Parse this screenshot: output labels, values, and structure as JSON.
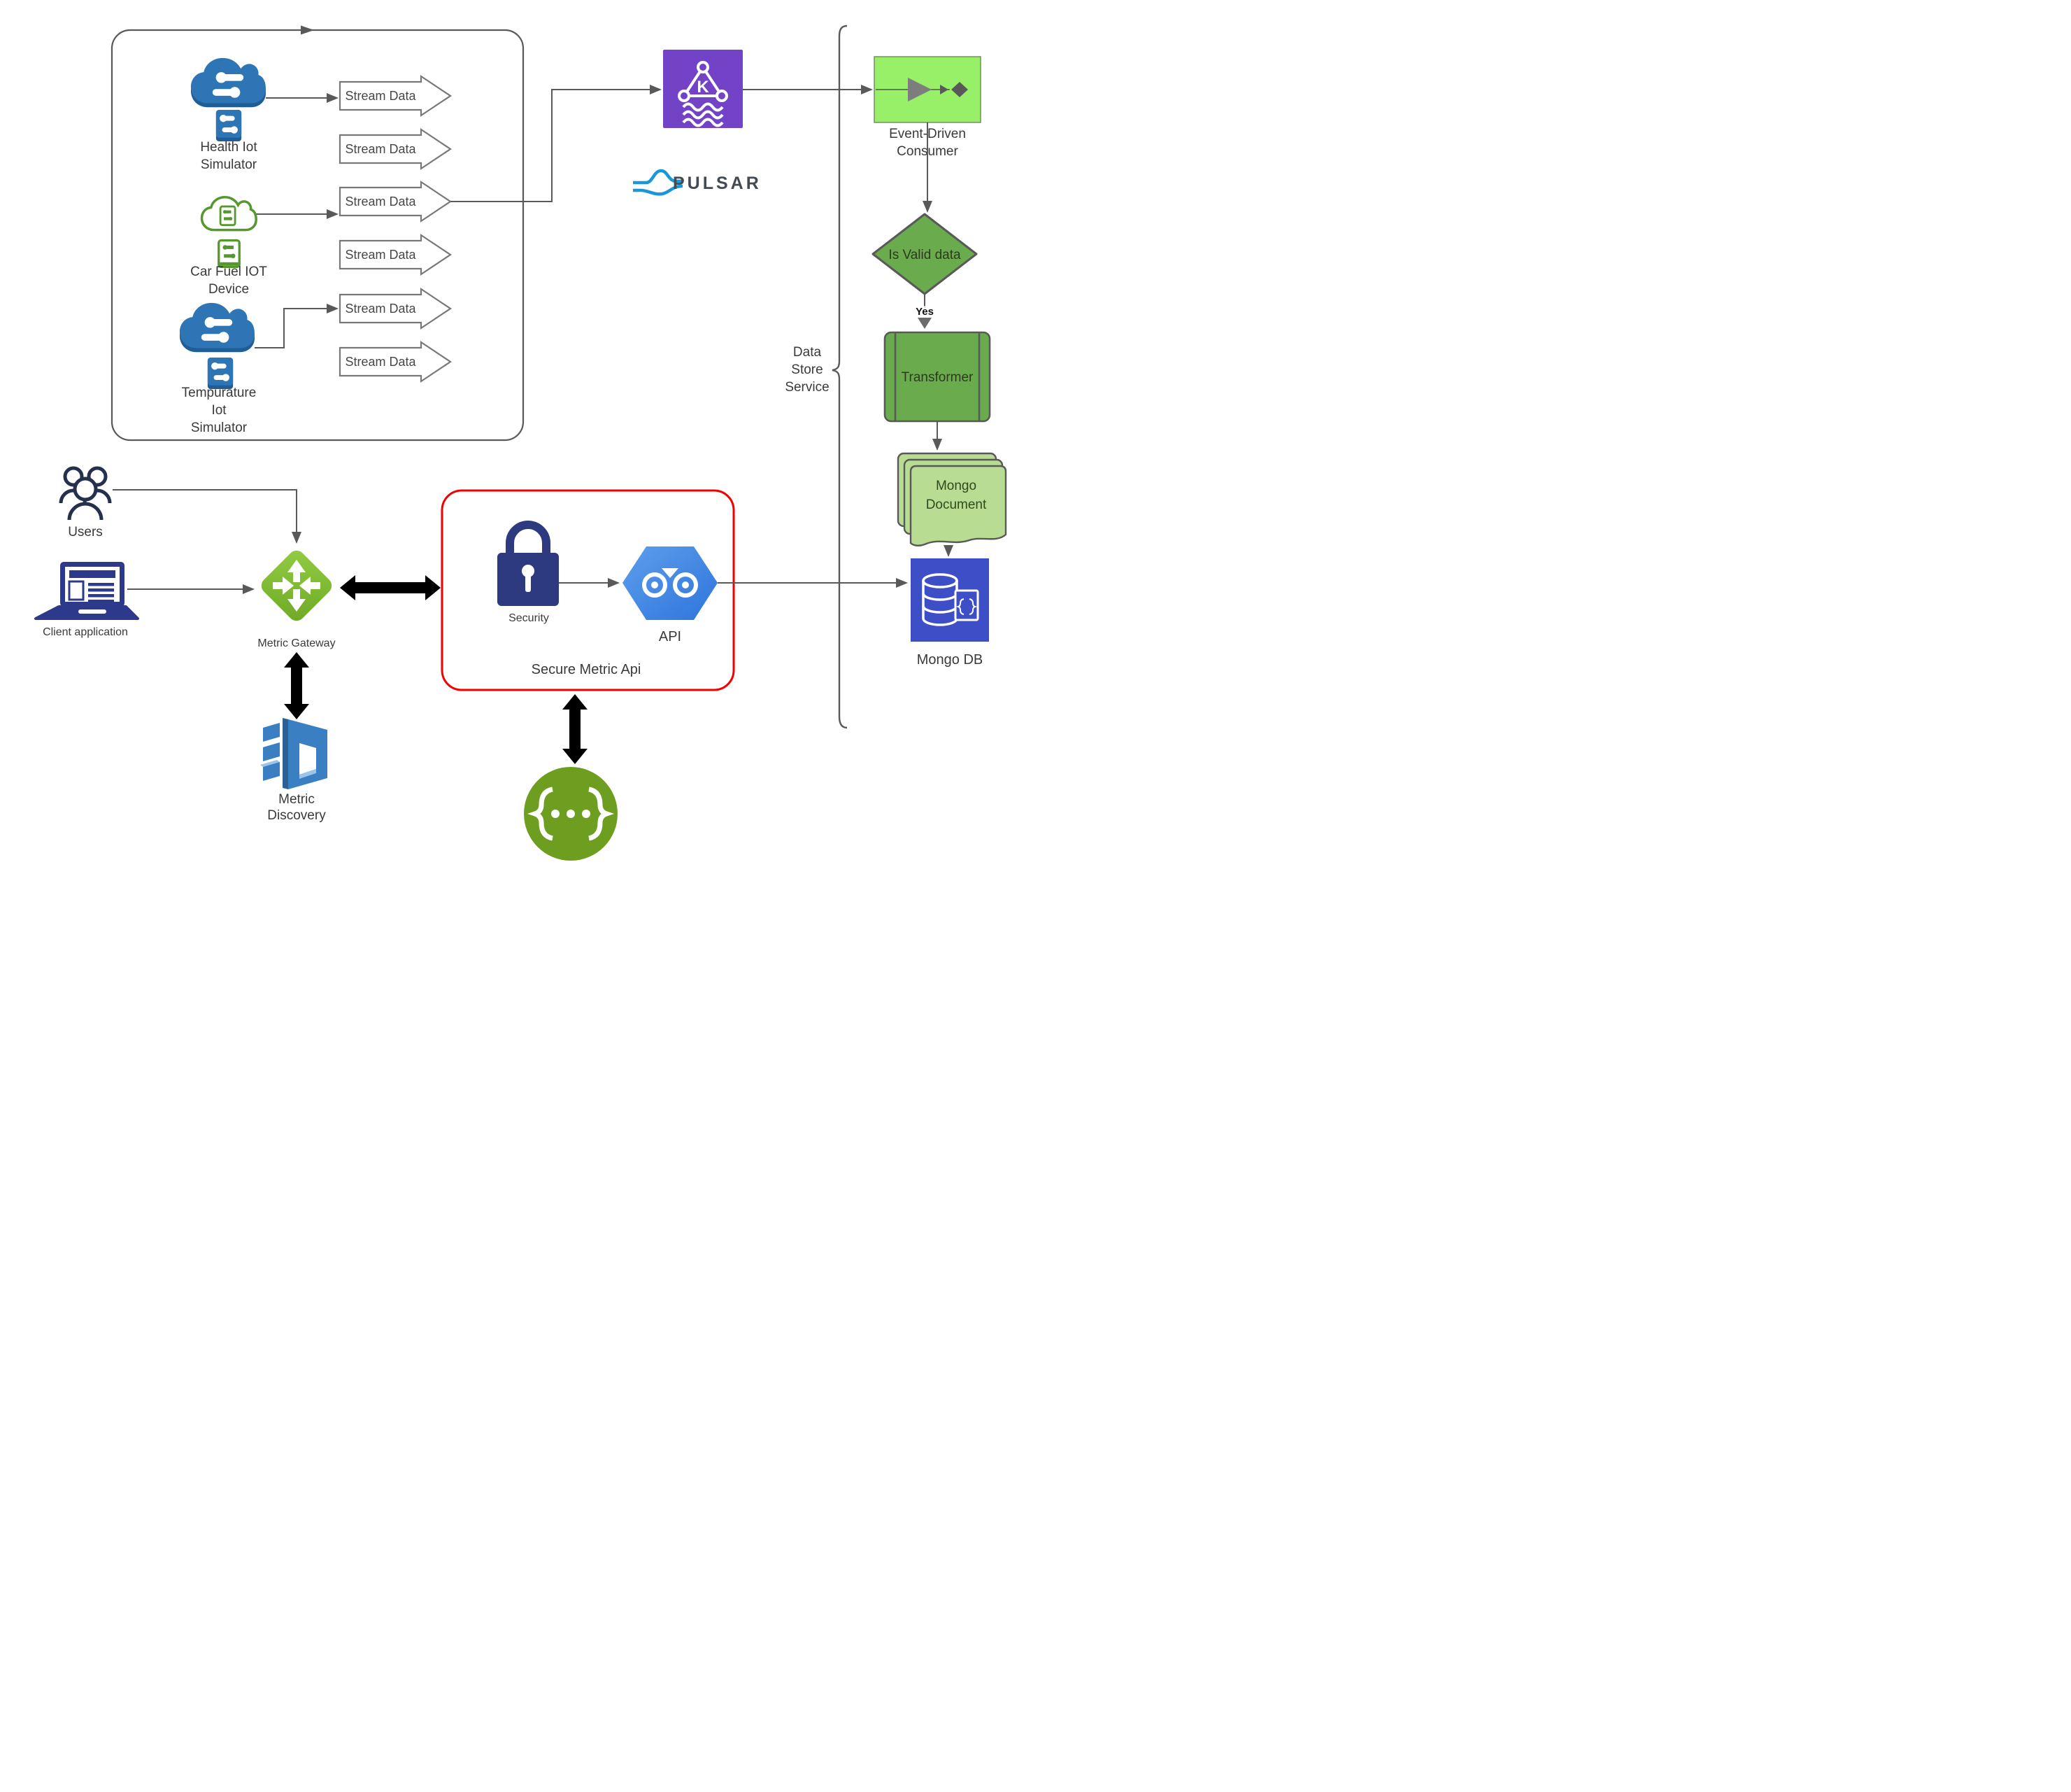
{
  "colors": {
    "connector_gray": "#595959",
    "container_border": "#595959",
    "secure_box_border": "#F40000",
    "kafka_purple": "#7243C7",
    "consumer_green": "#97F068",
    "flow_green": "#6AAB4D",
    "document_green": "#B7DC92",
    "mongodb_blue": "#3D4EC6",
    "gateway_green": "#7FBB33",
    "swagger_green": "#6E9E20",
    "security_navy": "#2D3A80",
    "api_hex_blue": "#4189E4",
    "iot_icon_blue": "#2E75B5",
    "iot_icon_green": "#55982C",
    "discovery_blue": "#3A7FC2",
    "pulsar_blue": "#1997D8",
    "label_text": "#3A3A3A"
  },
  "iot_group": {
    "stream_label": "Stream Data",
    "health": {
      "line1": "Health Iot",
      "line2": "Simulator"
    },
    "car_fuel": {
      "line1": "Car Fuel IOT",
      "line2": "Device"
    },
    "temperature": {
      "line1": "Tempurature",
      "line2": "Iot",
      "line3": "Simulator"
    }
  },
  "messaging": {
    "kafka_letter": "K",
    "pulsar_brand": "PULSAR"
  },
  "consumer": {
    "line1": "Event-Driven",
    "line2": "Consumer"
  },
  "decision": {
    "label": "Is Valid data",
    "yes": "Yes"
  },
  "transformer": {
    "label": "Transformer"
  },
  "mongo_document": {
    "line1": "Mongo",
    "line2": "Document"
  },
  "mongo_db": {
    "label": "Mongo DB"
  },
  "data_store_service": {
    "line1": "Data",
    "line2": "Store",
    "line3": "Service"
  },
  "users": {
    "label": "Users"
  },
  "client_application": {
    "label": "Client application"
  },
  "metric_gateway": {
    "label": "Metric Gateway"
  },
  "metric_discovery": {
    "line1": "Metric",
    "line2": "Discovery"
  },
  "secure_metric_api": {
    "title": "Secure Metric Api",
    "security": "Security",
    "api": "API"
  },
  "icons": {
    "health-iot-cloud-icon": "cloud-circuit",
    "temperature-iot-cloud-icon": "cloud-circuit",
    "car-fuel-cloud-icon": "cloud-chip-outline",
    "kafka-icon": "k-triangle-waves",
    "pulsar-logo-icon": "pulse-wave",
    "metric-gateway-icon": "diamond-arrows",
    "metric-discovery-icon": "3d-blocks",
    "users-icon": "people-group",
    "client-laptop-icon": "laptop",
    "security-lock-icon": "padlock",
    "api-hexagon-icon": "hexagon-goggles",
    "swagger-icon": "braces-dots",
    "mongo-db-icon": "database-document",
    "mongo-document-icon": "stacked-documents",
    "event-consumer-icon": "arrow-diamond-flow"
  }
}
